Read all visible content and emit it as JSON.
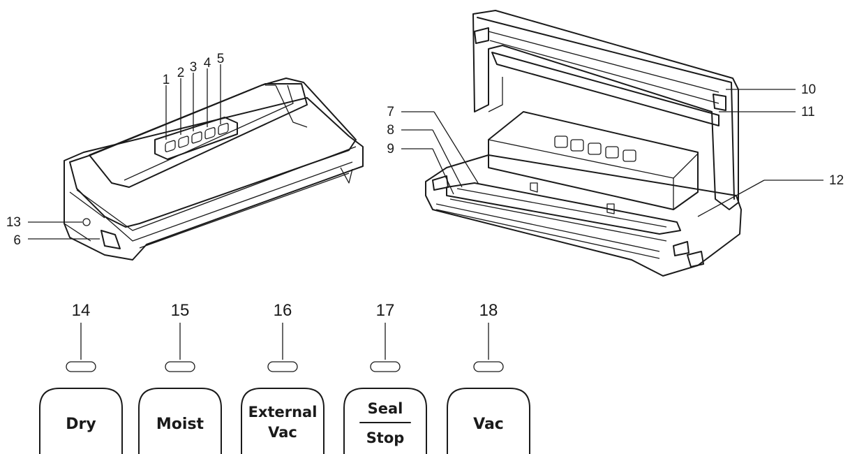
{
  "callouts_top": [
    "1",
    "2",
    "3",
    "4",
    "5",
    "6",
    "7",
    "8",
    "9",
    "10",
    "11",
    "12",
    "13"
  ],
  "panel": {
    "buttons": [
      {
        "number": "14",
        "line1": "Dry",
        "line2": ""
      },
      {
        "number": "15",
        "line1": "Moist",
        "line2": ""
      },
      {
        "number": "16",
        "line1": "External",
        "line2": "Vac"
      },
      {
        "number": "17",
        "line1": "Seal",
        "line2": "Stop"
      },
      {
        "number": "18",
        "line1": "Vac",
        "line2": ""
      }
    ]
  }
}
